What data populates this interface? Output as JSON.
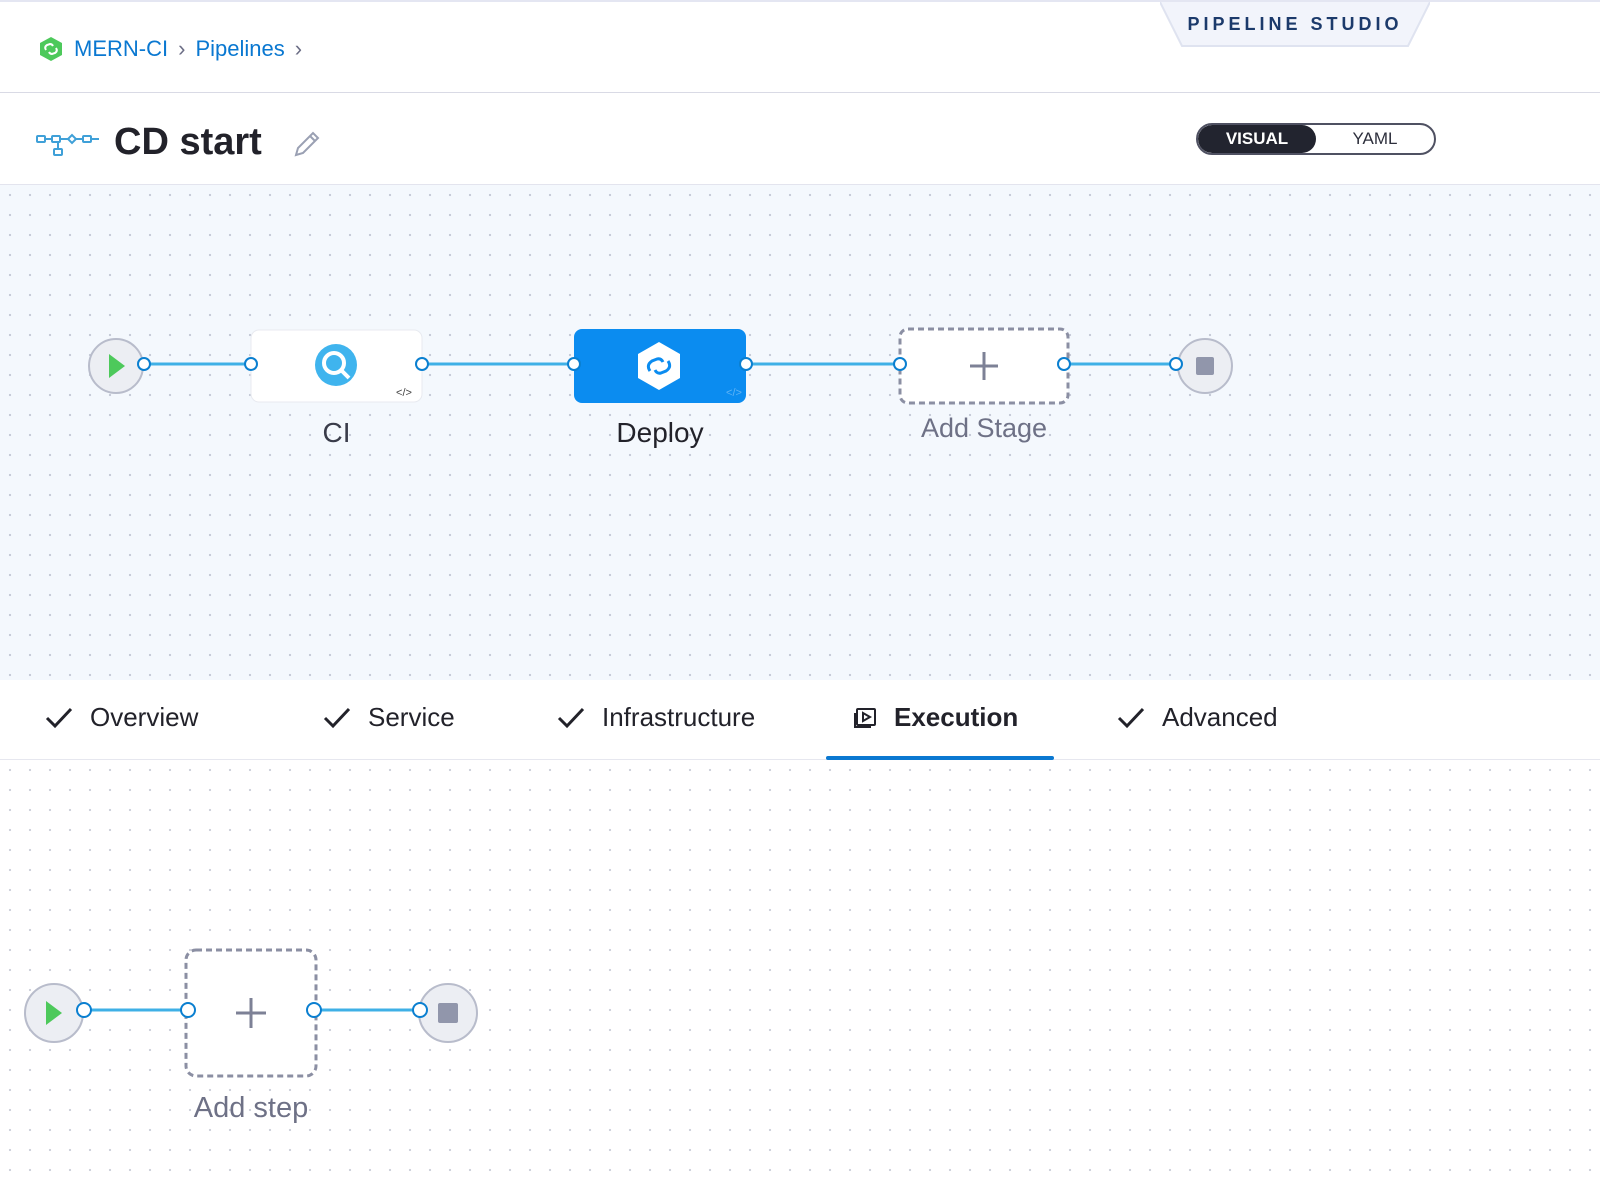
{
  "breadcrumb": {
    "project": "MERN-CI",
    "section": "Pipelines"
  },
  "header": {
    "studio_tab": "PIPELINE STUDIO",
    "title": "CD start",
    "view_toggle": {
      "visual": "VISUAL",
      "yaml": "YAML",
      "selected": "VISUAL"
    }
  },
  "pipeline": {
    "stages": [
      {
        "label": "CI",
        "icon": "ci-search-icon"
      },
      {
        "label": "Deploy",
        "icon": "deploy-link-icon",
        "selected": true
      },
      {
        "label": "Add Stage",
        "icon": "plus-icon"
      }
    ]
  },
  "stage_tabs": [
    {
      "label": "Overview",
      "status": "complete"
    },
    {
      "label": "Service",
      "status": "complete"
    },
    {
      "label": "Infrastructure",
      "status": "complete"
    },
    {
      "label": "Execution",
      "status": "active"
    },
    {
      "label": "Advanced",
      "status": "complete"
    }
  ],
  "execution": {
    "add_step_label": "Add step"
  },
  "colors": {
    "accent": "#0a78d1",
    "connector": "#3fb0e6",
    "deploy_node": "#0b8cf0",
    "start_green": "#4dc95b"
  }
}
